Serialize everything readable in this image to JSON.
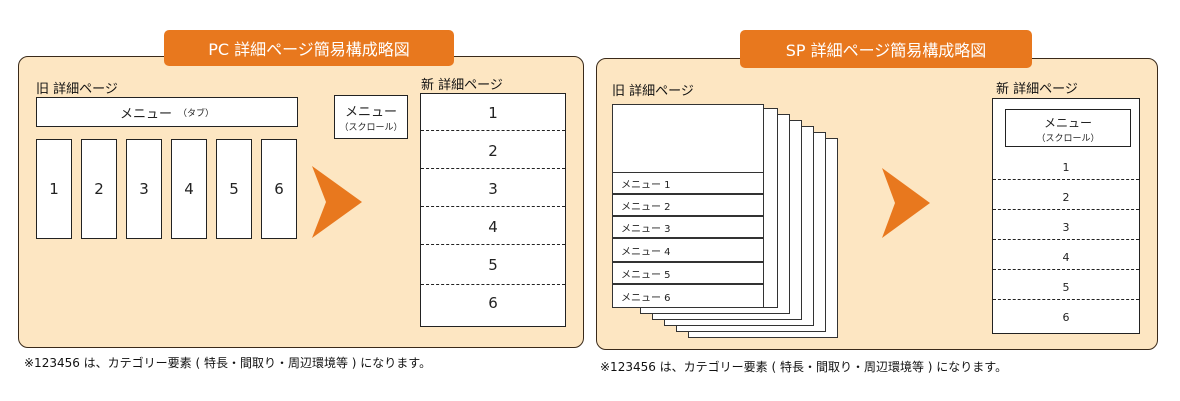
{
  "pc": {
    "title": "PC 詳細ページ簡易構成略図",
    "old_label": "旧 詳細ページ",
    "menu_label": "メニュー",
    "menu_sub": "（タブ）",
    "columns": [
      "1",
      "2",
      "3",
      "4",
      "5",
      "6"
    ],
    "scroll_menu_label": "メニュー",
    "scroll_menu_sub": "（スクロール）",
    "new_label": "新 詳細ページ",
    "sections": [
      "1",
      "2",
      "3",
      "4",
      "5",
      "6"
    ],
    "note": "※123456 は、カテゴリー要素 ( 特長・間取り・周辺環境等 ) になります。"
  },
  "sp": {
    "title": "SP 詳細ページ簡易構成略図",
    "old_label": "旧 詳細ページ",
    "menu_items": [
      "メニュー 1",
      "メニュー 2",
      "メニュー 3",
      "メニュー 4",
      "メニュー 5",
      "メニュー 6"
    ],
    "new_label": "新 詳細ページ",
    "menu_label": "メニュー",
    "menu_sub": "（スクロール）",
    "sections": [
      "1",
      "2",
      "3",
      "4",
      "5",
      "6"
    ],
    "note": "※123456 は、カテゴリー要素 ( 特長・間取り・周辺環境等 ) になります。"
  },
  "colors": {
    "panel_bg": "#fde6c2",
    "accent": "#e8781e"
  }
}
